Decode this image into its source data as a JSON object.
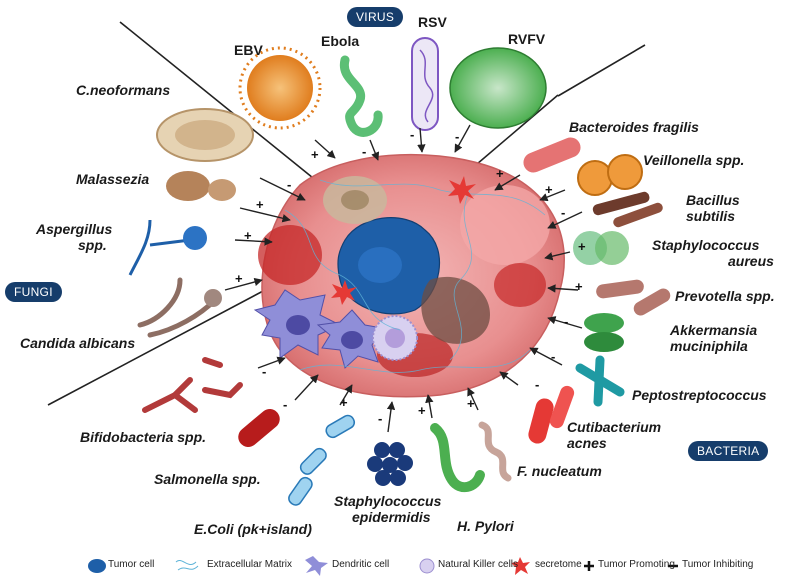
{
  "categories": {
    "virus": "VIRUS",
    "fungi": "FUNGI",
    "bacteria": "BACTERIA"
  },
  "viruses": {
    "ebv": "EBV",
    "ebola": "Ebola",
    "rsv": "RSV",
    "rvfv": "RVFV"
  },
  "fungi": {
    "c_neoformans": "C.neoformans",
    "malassezia": "Malassezia",
    "aspergillus_1": "Aspergillus",
    "aspergillus_2": "spp.",
    "candida": "Candida albicans"
  },
  "bacteria": {
    "bacteroides": "Bacteroides fragilis",
    "veillonella": "Veillonella spp.",
    "bacillus_1": "Bacillus",
    "bacillus_2": "subtilis",
    "staph_aureus_1": "Staphylococcus",
    "staph_aureus_2": "aureus",
    "prevotella": "Prevotella spp.",
    "akkermansia_1": "Akkermansia",
    "akkermansia_2": "muciniphila",
    "peptostrep": "Peptostreptococcus",
    "cutibacterium_1": "Cutibacterium",
    "cutibacterium_2": "acnes",
    "fnucleatum": "F. nucleatum",
    "hpylori": "H. Pylori",
    "staph_epi_1": "Staphylococcus",
    "staph_epi_2": "epidermidis",
    "ecoli": "E.Coli (pk+island)",
    "salmonella": "Salmonella spp.",
    "bifido": "Bifidobacteria spp."
  },
  "signs": {
    "plus": "+",
    "minus": "-"
  },
  "legend": {
    "tumor_cell": "Tumor cell",
    "ecm": "Extracellular Matrix",
    "dendritic": "Dendritic cell",
    "nk": "Natural Killer cells",
    "secretome": "secretome",
    "promoting": "Tumor Promoting",
    "inhibiting": "Tumor Inhibiting"
  },
  "colors": {
    "pill": "#163d6b",
    "tumor_pink": "#ef9a9a",
    "tumor_red": "#c62828",
    "tumor_blue": "#1e5fa8"
  }
}
